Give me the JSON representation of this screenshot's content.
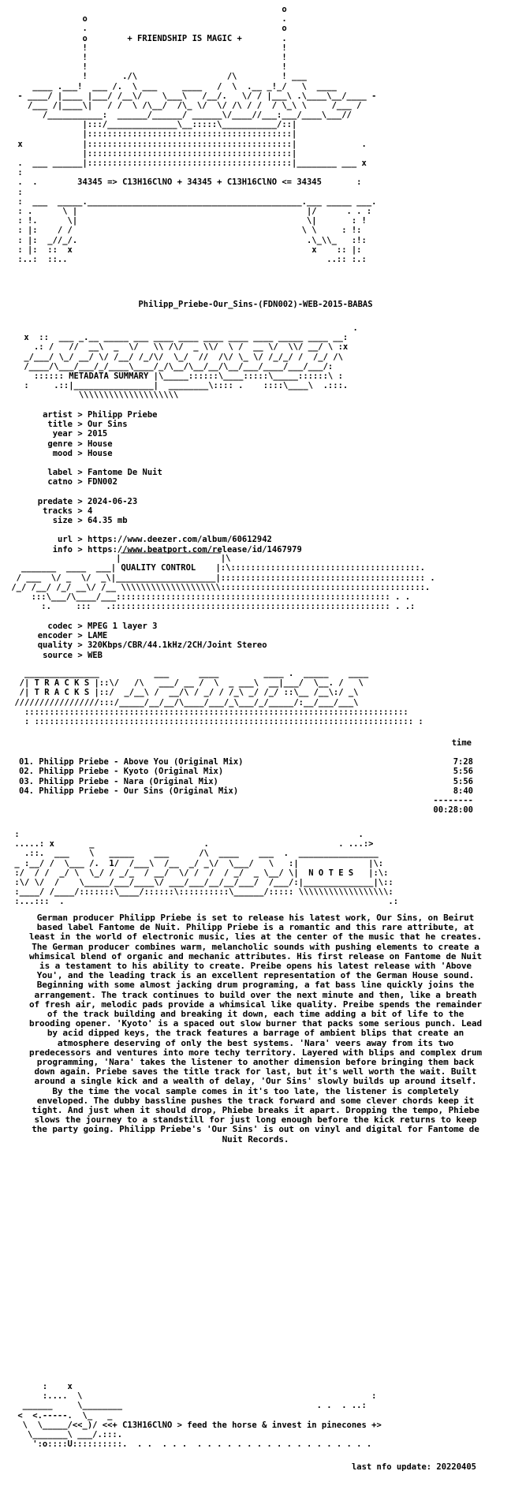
{
  "header": {
    "top_art": [
      "                                                      o",
      "              o                                       .",
      "              .                                       o",
      "              o        + FRIENDSHIP IS MAGIC +        .",
      "              !                                       !",
      "              !                                       !",
      "              !                                       !",
      "              !       ./\\                  /\\         ! ___",
      "    ____ .___!  ___ /.  \\ ___     ____   /  \\  .__ _!_/   \\  ____",
      " - ____/ |____ |___/ /__\\/    \\___\\   /__/.   \\/ / |___\\ .\\____\\__/____ -",
      "   /___ /|____\\|   / /  \\ /\\__/  /\\_ \\/  \\/ /\\ / /  / \\_\\ \\     /___ /",
      "      /___________:  ______/______/ ______\\/____//___:___/____\\___//",
      "              |:::/______________\\__:::::\\___________/::|",
      "              |:::::::::::::::::::::::::::::::::::::::::|",
      " x            |:::::::::::::::::::::::::::::::::::::::::|             .",
      "              |:::::::::::::::::::::::::::::::::::::::::|",
      " .  ___ ______|:::::::::::::::::::::::::::::::::::::::::|________ ___ x",
      " :",
      " .  .        34345 => C13H16ClNO + 34345 + C13H16ClNO <= 34345       :",
      " :",
      " :  ___  _____.___________________________________________.___ _____ ___.",
      " : .      \\ |                                              |/      . . :",
      " : !.      \\|                                              \\|       : !",
      " : |:    / /                                              \\ \\     : !:",
      " : |:  _//_/.                                              .\\_\\\\_   :!:",
      " : |:  ::  x                                                x    :: |:",
      " :..:  ::..                                                    ..:: :.:"
    ],
    "release_name": "Philipp_Priebe-Our_Sins-(FDN002)-WEB-2015-BABAS"
  },
  "metadata": {
    "banner_art": [
      "                                                                   .",
      " x  ::  ___ _.__ _____ ___ ____ ____ ____ ____ ____ _____ ____ __:",
      "   .: /   //  __\\  _  \\/   \\\\ /\\/  _ \\\\/  \\ /  __ \\/  \\\\/ __/ \\ :x",
      " _/___/ \\_/ __/ \\/ /__/ /_/\\/  \\_/  //  /\\/ \\_ \\/ /_/_/ /  /_/ /\\",
      " /____/\\___/___/_/____\\____/_/\\__/\\__/__/\\__/___/____/___/___/:",
      "   :::::: METADATA SUMMARY |\\_____::::::\\____:::::\\_____::::::\\ :",
      " :     .::|________________|  ________\\:::: .    ::::\\____\\  .:::.",
      "            \\\\\\\\\\\\\\\\\\\\\\\\\\\\\\\\\\\\\\\\"
    ],
    "fields": [
      {
        "key": "artist",
        "value": "Philipp Priebe"
      },
      {
        "key": "title",
        "value": "Our Sins"
      },
      {
        "key": "year",
        "value": "2015"
      },
      {
        "key": "genre",
        "value": "House"
      },
      {
        "key": "mood",
        "value": "House"
      },
      {
        "key": "label",
        "value": "Fantome De Nuit"
      },
      {
        "key": "catno",
        "value": "FDN002"
      },
      {
        "key": "predate",
        "value": "2024-06-23"
      },
      {
        "key": "tracks",
        "value": "4"
      },
      {
        "key": "size",
        "value": "64.35 mb"
      },
      {
        "key": "url",
        "value": "https://www.deezer.com/album/60612942"
      },
      {
        "key": "info",
        "value": "https://www.beatport.com/release/id/1467979"
      }
    ]
  },
  "quality": {
    "banner_art": [
      "                       ____________________",
      "                      |                    |\\",
      "   _______  ____  ___| QUALITY CONTROL    |:\\::::::::::::::::::::::::::::::::::::::.",
      "  / ___  \\/ _  \\/  _\\|____________________|::::::::::::::::::::::::::::::::::::::::: .",
      " /_/ /__/ /_/ __\\/ /__ \\\\\\\\\\\\\\\\\\\\\\\\\\\\\\\\\\\\\\\\:::::::::::::::::::::::::::::::::::::::::.",
      "     :::\\___/\\____/___::::::::::::::::::::::::::::::::::::::::::::::::::::::: . .",
      "       :.     :::   .:::::::::::::::::::::::::::::::::::::::::::::::::::::::: . .:"
    ],
    "fields": [
      {
        "key": "codec",
        "value": "MPEG 1 layer 3"
      },
      {
        "key": "encoder",
        "value": "LAME"
      },
      {
        "key": "quality",
        "value": "320Kbps/CBR/44.1kHz/2CH/Joint Stereo"
      },
      {
        "key": "source",
        "value": "WEB"
      }
    ]
  },
  "tracks": {
    "banner_art": [
      "   _______________           ___      ____         ____ .  _____    ____",
      "  /| T R A C K S |::\\/   /\\   ___/ __ /  \\  _ ___\\  __|___/  \\__. /   \\",
      "  /| T R A C K S |::/  _/__\\ /  __/\\ / _/ / /_\\ _/ /_/ ::\\__ /__\\:/ _\\",
      " /////////////////:::/_____/__/__/\\____/___/_\\___/_/_____/:__/___/___\\",
      "   :::::::::::::::::::::::::::::::::::::::::::::::::::::::::::::::::::::::::::::",
      "   : :::::::::::::::::::::::::::::::::::::::::::::::::::::::::::::::::::::::::::: :"
    ],
    "time_header": "time",
    "list": [
      {
        "line": "01. Philipp Priebe - Above You (Original Mix)",
        "time": "7:28"
      },
      {
        "line": "02. Philipp Priebe - Kyoto (Original Mix)",
        "time": "5:56"
      },
      {
        "line": "03. Philipp Priebe - Nara (Original Mix)",
        "time": "5:56"
      },
      {
        "line": "04. Philipp Priebe - Our Sins (Original Mix)",
        "time": "8:40"
      }
    ],
    "rule": "--------",
    "total": "00:28:00"
  },
  "notes": {
    "banner_art": [
      " :                                                                    .",
      " .....: x       _                      .                          . ...:>",
      "   .::.  ___    \\   _____    ___      /\\  ____    ___  .  ________________",
      " _ :__/ /  \\___ /.  1/  /___\\  /__  _/ _\\/  \\___/   \\   :|              |\\:",
      " :/  / /  _/ \\  \\_/ / _/_  / __/  \\/ /  /  / _/  _ \\__/ \\|  N O T E S   |:\\:",
      " :\\/ \\/  /    \\_____/___/____\\/ ___/___/__/__/___/  /___/:|______________|\\::",
      " :____/ /____/:::::::\\____/::::::\\::::::::::\\______/::::: \\\\\\\\\\\\\\\\\\\\\\\\\\\\\\\\\\\\:",
      " :...:::  .                                                                 .:"
    ],
    "text": "German producer Philipp Priebe is set to release his latest work, Our Sins, on Beirut based label Fantome de Nuit.    Philipp Priebe is a romantic and this rare attribute, at least in the world of electronic music, lies at the center of the music that he creates. The German producer combines warm, melancholic sounds with pushing elements to create a whimsical blend of organic and mechanic attributes. His first release on Fantome de Nuit is a testament to his ability to create. Preibe opens his latest release with 'Above You', and the leading track is an excellent representation of the German House sound. Beginning with some almost jacking drum programing, a fat bass line quickly joins the arrangement. The track continues to build over the next minute and then, like a breath of fresh air, melodic pads provide a whimsical like quality. Preibe spends the remainder of the track building and breaking it down, each time adding a bit of life to the brooding opener.    'Kyoto' is a spaced out slow burner that packs some serious punch. Lead by acid dipped keys, the track features a barrage of ambient blips that create an atmosphere deserving of only the best systems. 'Nara' veers away from its two predecessors and ventures into more techy territory. Layered with blips and complex drum programming, 'Nara' takes the listener to another dimension before bringing them back down again.    Priebe saves the title track for last, but it's well worth the wait. Built around a single kick and a wealth of delay, 'Our Sins' slowly builds up around itself. By the time the vocal sample comes in it's too late, the listener is completely enveloped. The dubby bassline pushes the track forward and some clever chords keep it tight. And just when it should drop, Phiebe breaks it apart. Dropping the tempo, Phiebe slows the journey to a standstill for just long enough before the kick returns to keep the party going.    Philipp Priebe's 'Our Sins' is out on vinyl and digital for Fantome de Nuit Records."
  },
  "footer": {
    "art": [
      "      :    x",
      "      :....  \\                                                          :",
      "  ______     \\________                                       . .  . ..:",
      " <  <.-----.  \\_   _",
      "  \\  \\_____/<<_)/ <<+ C13H16ClNO > feed the horse & invest in pinecones +>",
      "   \\_______\\ ___/.:::.",
      "    ':o::::U::::::::::.  . .  . . .  . . . . . . . . . . . . . . . . . ."
    ],
    "last_update": "last nfo update: 20220405"
  }
}
